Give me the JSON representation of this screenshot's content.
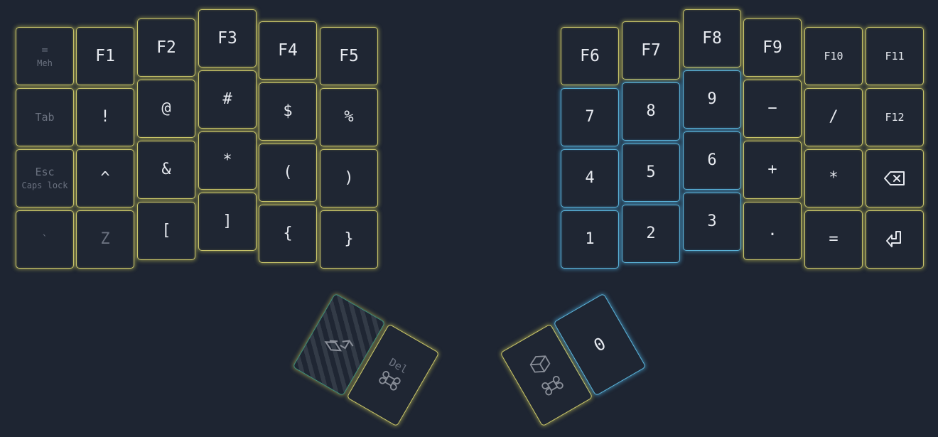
{
  "left": {
    "col1": [
      {
        "label": "=",
        "sub": "Meh",
        "style": "faded"
      },
      {
        "label": "Tab",
        "style": "faded"
      },
      {
        "label": "Esc",
        "sub": "Caps lock",
        "style": "faded"
      },
      {
        "label": "`",
        "style": "faded"
      }
    ],
    "col2": [
      "F1",
      "!",
      "^",
      "Z"
    ],
    "col3": [
      "F2",
      "@",
      "&",
      "["
    ],
    "col4": [
      "F3",
      "#",
      "*",
      "]"
    ],
    "col5": [
      "F4",
      "$",
      "(",
      "{"
    ],
    "col6": [
      "F5",
      "%",
      ")",
      "}"
    ]
  },
  "right": {
    "col1": [
      "F6",
      "7",
      "4",
      "1"
    ],
    "col2": [
      "F7",
      "8",
      "5",
      "2"
    ],
    "col3": [
      "F8",
      "9",
      "6",
      "3"
    ],
    "col4": [
      "F9",
      "−",
      "+",
      "."
    ],
    "col5": [
      "F10",
      "/",
      "*",
      "="
    ],
    "col6": [
      "F11",
      "F12",
      "backspace-icon",
      "enter-icon"
    ]
  },
  "thumbs": {
    "left_outer": {
      "icon": "layer-swap-icon"
    },
    "left_inner": {
      "label": "Del",
      "icon": "command-icon"
    },
    "right_inner": {
      "icon": "command-icon",
      "icon2": "cube-icon"
    },
    "right_outer": {
      "label": "0"
    }
  },
  "colors": {
    "background": "#1e2532",
    "key_fill": "#1f2633",
    "glow_yellow": "#c9c56a",
    "glow_blue": "#5bb3d9",
    "hatch_border": "#3f8f7c"
  }
}
